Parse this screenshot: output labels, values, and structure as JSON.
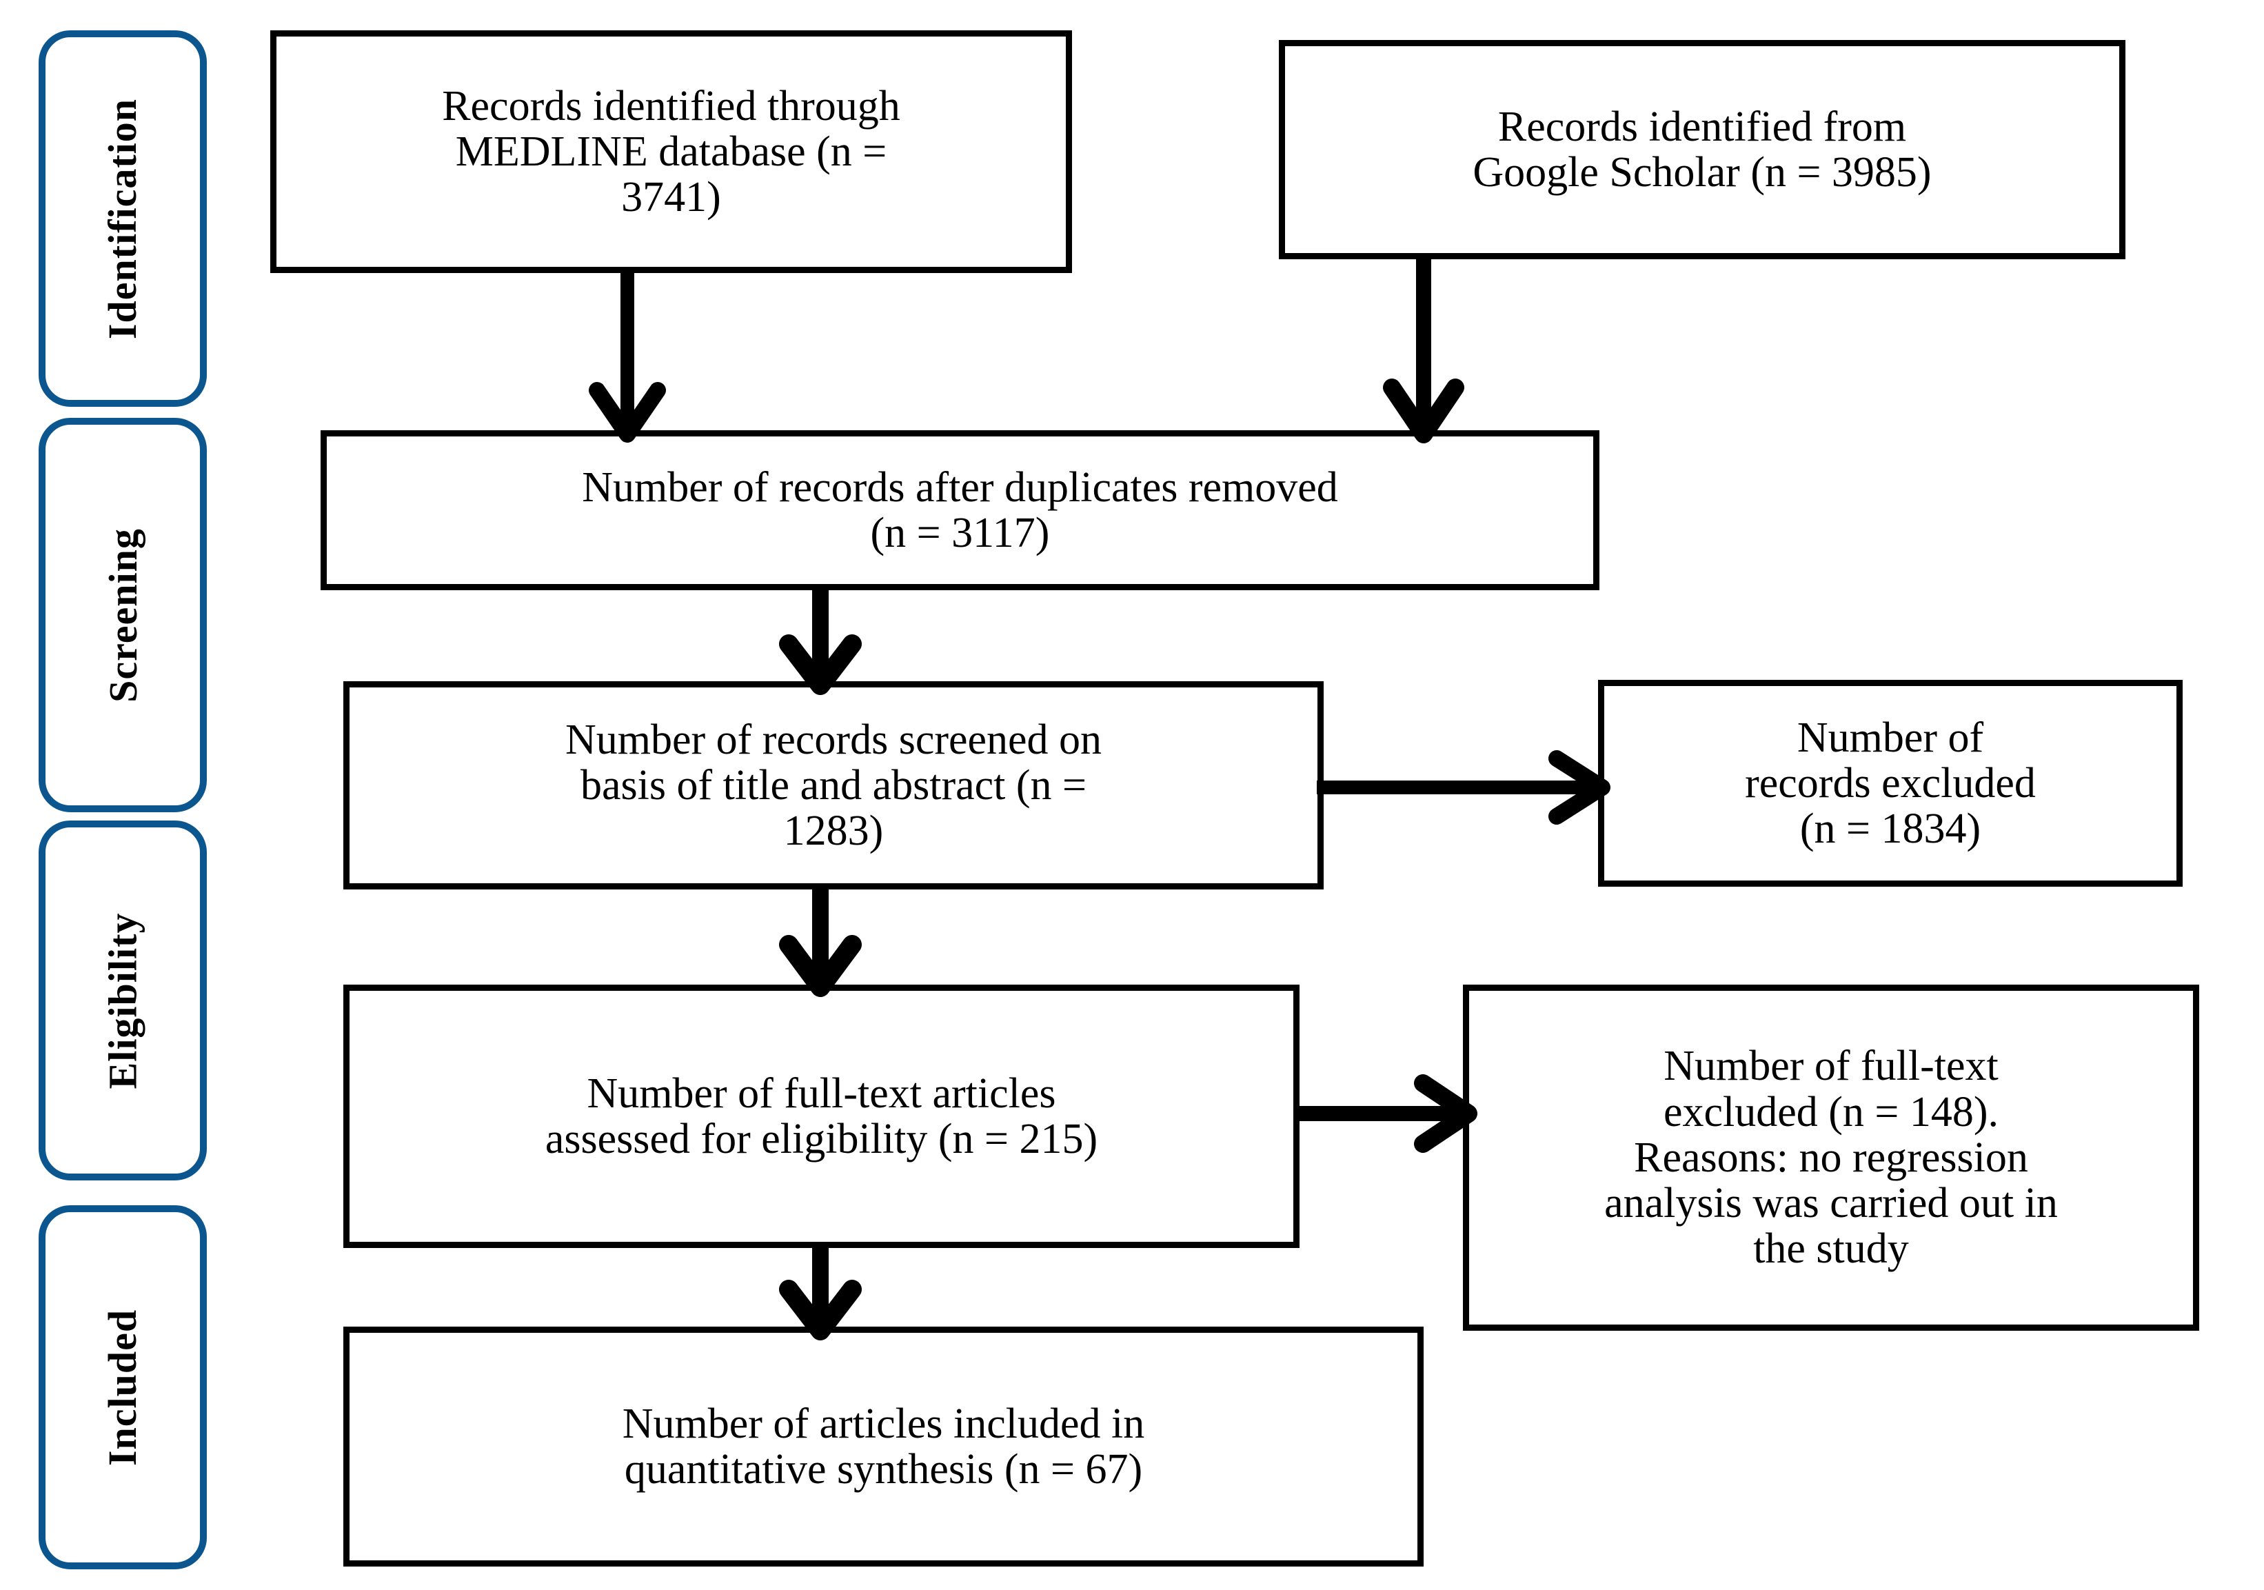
{
  "diagram": {
    "type": "prisma-flow-diagram",
    "accent_color": "#0c568f",
    "line_color": "#000000",
    "background": "#ffffff"
  },
  "stages": [
    {
      "id": "identification",
      "label": "Identification"
    },
    {
      "id": "screening",
      "label": "Screening"
    },
    {
      "id": "eligibility",
      "label": "Eligibility"
    },
    {
      "id": "included",
      "label": "Included"
    }
  ],
  "boxes": {
    "medline": {
      "text": "Records identified through\nMEDLINE database (n =\n3741)",
      "n": 3741
    },
    "google_scholar": {
      "text": "Records identified from\nGoogle Scholar (n = 3985)",
      "n": 3985
    },
    "duplicates": {
      "text": "Number of records after duplicates removed\n(n = 3117)",
      "n": 3117
    },
    "screened": {
      "text": "Number of records screened on\nbasis of title and abstract (n =\n1283)",
      "n": 1283
    },
    "records_excluded": {
      "text": "Number of\nrecords excluded\n(n = 1834)",
      "n": 1834
    },
    "fulltext_assessed": {
      "text": "Number of full-text articles\nassessed for eligibility (n = 215)",
      "n": 215
    },
    "fulltext_excluded": {
      "text": "Number of full-text\nexcluded (n = 148).\nReasons: no regression\nanalysis was carried out in\nthe study",
      "n": 148
    },
    "included_articles": {
      "text": "Number of articles included in\nquantitative synthesis (n = 67)",
      "n": 67
    }
  },
  "arrows": [
    {
      "id": "medline-to-duplicates",
      "direction": "down"
    },
    {
      "id": "scholar-to-duplicates",
      "direction": "down"
    },
    {
      "id": "duplicates-to-screened",
      "direction": "down"
    },
    {
      "id": "screened-to-excluded",
      "direction": "right"
    },
    {
      "id": "screened-to-fulltext",
      "direction": "down"
    },
    {
      "id": "fulltext-to-excluded",
      "direction": "right"
    },
    {
      "id": "fulltext-to-included",
      "direction": "down"
    }
  ]
}
